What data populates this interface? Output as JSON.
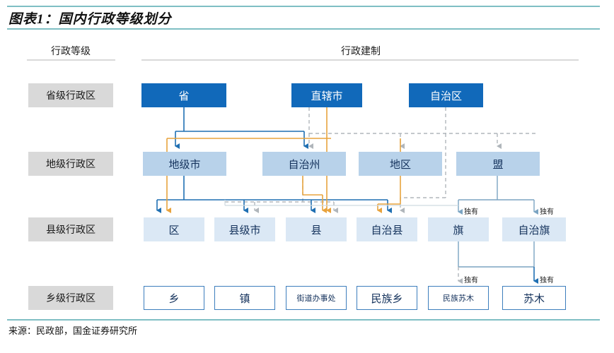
{
  "title": "图表1：国内行政等级划分",
  "source": "来源：民政部，国金证券研究所",
  "column_headers": [
    {
      "label": "行政等级"
    },
    {
      "label": "行政建制"
    }
  ],
  "levels": [
    {
      "label": "省级行政区"
    },
    {
      "label": "地级行政区"
    },
    {
      "label": "县级行政区"
    },
    {
      "label": "乡级行政区"
    }
  ],
  "nodes": {
    "level1": [
      {
        "label": "省"
      },
      {
        "label": "直辖市"
      },
      {
        "label": "自治区"
      }
    ],
    "level2": [
      {
        "label": "地级市"
      },
      {
        "label": "自治州"
      },
      {
        "label": "地区"
      },
      {
        "label": "盟"
      }
    ],
    "level3": [
      {
        "label": "区"
      },
      {
        "label": "县级市"
      },
      {
        "label": "县"
      },
      {
        "label": "自治县"
      },
      {
        "label": "旗"
      },
      {
        "label": "自治旗"
      }
    ],
    "level4": [
      {
        "label": "乡"
      },
      {
        "label": "镇"
      },
      {
        "label": "街道办事处"
      },
      {
        "label": "民族乡"
      },
      {
        "label": "民族苏木"
      },
      {
        "label": "苏木"
      }
    ]
  },
  "annotations": [
    {
      "label": "独有"
    },
    {
      "label": "独有"
    },
    {
      "label": "独有"
    },
    {
      "label": "独有"
    }
  ],
  "colors": {
    "rule": "#7fbfc4",
    "level1_fill": "#1169ba",
    "level2_fill": "#b8d2ea",
    "level3_fill": "#dbe8f5",
    "level4_border": "#3d7ebd",
    "label_fill": "#d9d9d9",
    "connector_blue": "#1f6fb2",
    "connector_orange": "#e8a33d",
    "connector_gray": "#b0b6bb",
    "connector_steel": "#7ba4c2"
  },
  "chart_data": {
    "type": "diagram",
    "title": "国内行政等级划分",
    "hierarchy_levels": [
      "省级行政区",
      "地级行政区",
      "县级行政区",
      "乡级行政区"
    ],
    "edges": [
      {
        "from": "省",
        "to": "地级市",
        "style": "solid",
        "color": "blue"
      },
      {
        "from": "省",
        "to": "自治州",
        "style": "solid",
        "color": "blue"
      },
      {
        "from": "省",
        "to": "区",
        "style": "solid",
        "color": "blue"
      },
      {
        "from": "省",
        "to": "县",
        "style": "solid",
        "color": "blue"
      },
      {
        "from": "省",
        "to": "自治县",
        "style": "solid",
        "color": "blue"
      },
      {
        "from": "直辖市",
        "to": "区",
        "style": "solid",
        "color": "orange"
      },
      {
        "from": "直辖市",
        "to": "县",
        "style": "solid",
        "color": "orange"
      },
      {
        "from": "自治区",
        "to": "自治州",
        "style": "dashed",
        "color": "gray"
      },
      {
        "from": "自治区",
        "to": "地区",
        "style": "dashed",
        "color": "gray"
      },
      {
        "from": "自治区",
        "to": "盟",
        "style": "dashed",
        "color": "gray"
      },
      {
        "from": "自治区",
        "to": "县级市",
        "style": "dashed",
        "color": "gray"
      },
      {
        "from": "自治区",
        "to": "自治县",
        "style": "dashed",
        "color": "gray"
      },
      {
        "from": "地级市",
        "to": "区",
        "style": "solid",
        "color": "blue"
      },
      {
        "from": "地级市",
        "to": "县级市",
        "style": "solid",
        "color": "blue"
      },
      {
        "from": "地级市",
        "to": "县",
        "style": "solid",
        "color": "blue"
      },
      {
        "from": "地级市",
        "to": "自治县",
        "style": "solid",
        "color": "blue"
      },
      {
        "from": "自治州",
        "to": "县级市",
        "style": "solid",
        "color": "orange"
      },
      {
        "from": "自治州",
        "to": "县",
        "style": "solid",
        "color": "orange"
      },
      {
        "from": "地区",
        "to": "县",
        "style": "solid",
        "color": "orange"
      },
      {
        "from": "地区",
        "to": "自治县",
        "style": "solid",
        "color": "orange"
      },
      {
        "from": "盟",
        "to": "旗",
        "style": "solid",
        "color": "steel",
        "note": "独有"
      },
      {
        "from": "盟",
        "to": "自治旗",
        "style": "solid",
        "color": "steel",
        "note": "独有"
      },
      {
        "from": "旗",
        "to": "民族苏木",
        "style": "dashed",
        "color": "gray",
        "note": "独有"
      },
      {
        "from": "自治旗",
        "to": "苏木",
        "style": "solid",
        "color": "blue",
        "note": "独有"
      }
    ]
  }
}
